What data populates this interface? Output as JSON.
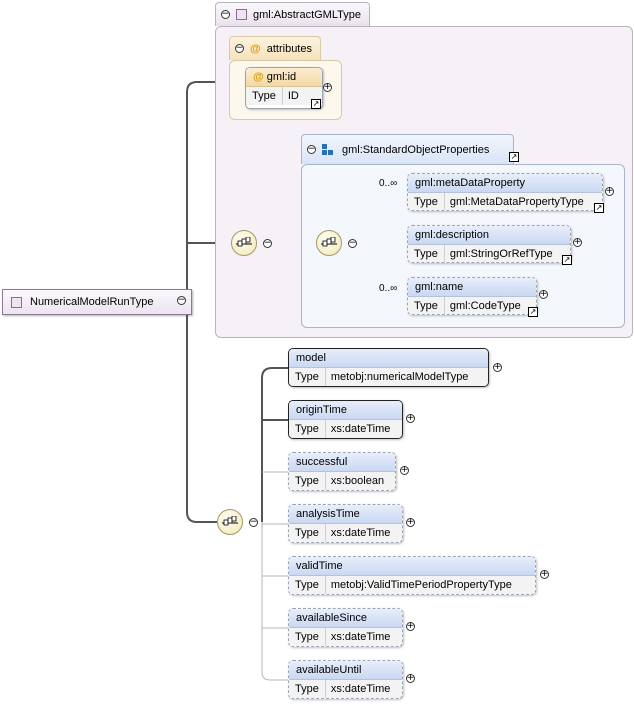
{
  "root_element": {
    "label": "NumericalModelRunType"
  },
  "base_type": {
    "label": "gml:AbstractGMLType"
  },
  "attributes_group": {
    "label": "attributes",
    "items": [
      {
        "name": "gml:id",
        "type_key": "Type",
        "type_value": "ID"
      }
    ]
  },
  "standard_object_properties": {
    "label": "gml:StandardObjectProperties",
    "items": [
      {
        "name": "gml:metaDataProperty",
        "type_key": "Type",
        "type_value": "gml:MetaDataPropertyType",
        "occurrence": "0..∞"
      },
      {
        "name": "gml:description",
        "type_key": "Type",
        "type_value": "gml:StringOrRefType"
      },
      {
        "name": "gml:name",
        "type_key": "Type",
        "type_value": "gml:CodeType",
        "occurrence": "0..∞"
      }
    ]
  },
  "sequence_elements": [
    {
      "name": "model",
      "type_key": "Type",
      "type_value": "metobj:numericalModelType"
    },
    {
      "name": "originTime",
      "type_key": "Type",
      "type_value": "xs:dateTime"
    },
    {
      "name": "successful",
      "type_key": "Type",
      "type_value": "xs:boolean"
    },
    {
      "name": "analysisTime",
      "type_key": "Type",
      "type_value": "xs:dateTime"
    },
    {
      "name": "validTime",
      "type_key": "Type",
      "type_value": "metobj:ValidTimePeriodPropertyType"
    },
    {
      "name": "availableSince",
      "type_key": "Type",
      "type_value": "xs:dateTime"
    },
    {
      "name": "availableUntil",
      "type_key": "Type",
      "type_value": "xs:dateTime"
    }
  ],
  "glyphs": {
    "collapse": "−",
    "expand": "+",
    "at": "@",
    "link": "↗"
  },
  "colors": {
    "base_type_bg": "#f6f0f7",
    "group_bg": "#f4f7fc",
    "attribute_bg": "#fdf8ee",
    "element_header": "#c9d8f2",
    "sequence_node": "#f3e7b4"
  }
}
